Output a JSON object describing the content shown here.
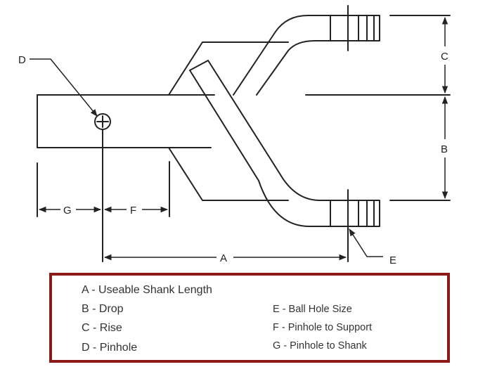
{
  "diagram": {
    "labels": {
      "a": "A",
      "b": "B",
      "c": "C",
      "d": "D",
      "e": "E",
      "f": "F",
      "g": "G"
    }
  },
  "legend": {
    "left": [
      "A - Useable Shank Length",
      "B - Drop",
      "C - Rise",
      "D - Pinhole"
    ],
    "right": [
      "E - Ball Hole Size",
      "F - Pinhole to Support",
      "G - Pinhole to Shank"
    ],
    "border_color": "#8b1a1a"
  }
}
